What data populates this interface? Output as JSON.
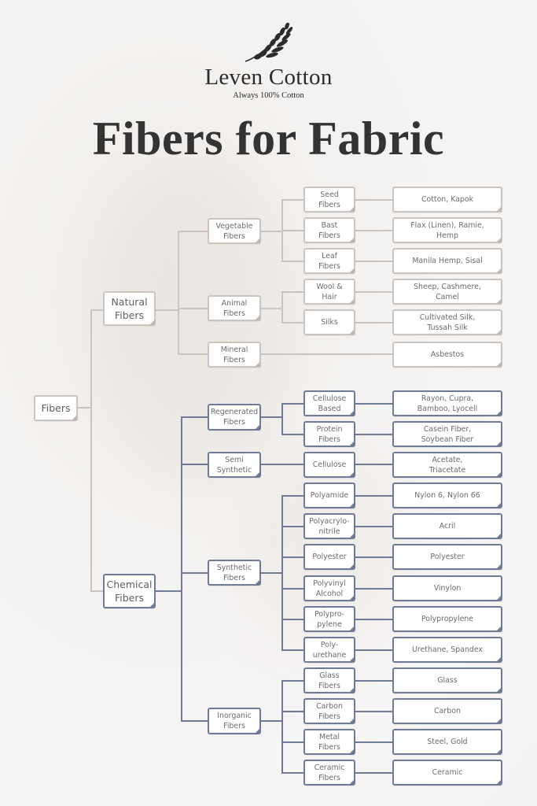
{
  "header": {
    "brand": "Leven Cotton",
    "tagline": "Always 100% Cotton",
    "logo_icon": "leaf-branch-icon",
    "title": "Fibers for Fabric"
  },
  "colors": {
    "natural_border": "#cbc5c2",
    "chemical_border": "#6f7a96",
    "title_text": "#333333",
    "node_text": "#6b6b6b",
    "background": "#f5f3f1"
  },
  "tree": {
    "root": "Fibers",
    "natural": {
      "label": "Natural\nFibers",
      "vegetable": {
        "label": "Vegetable\nFibers",
        "seed": {
          "label": "Seed\nFibers",
          "examples": "Cotton, Kapok"
        },
        "bast": {
          "label": "Bast\nFibers",
          "examples": "Flax (Linen), Ramie,\nHemp"
        },
        "leaf": {
          "label": "Leaf\nFibers",
          "examples": "Manila Hemp, Sisal"
        }
      },
      "animal": {
        "label": "Animal\nFibers",
        "wool": {
          "label": "Wool &\nHair",
          "examples": "Sheep, Cashmere,\nCamel"
        },
        "silks": {
          "label": "Silks",
          "examples": "Cultivated Silk,\nTussah Silk"
        }
      },
      "mineral": {
        "label": "Mineral\nFibers",
        "examples": "Asbestos"
      }
    },
    "chemical": {
      "label": "Chemical\nFibers",
      "regenerated": {
        "label": "Regenerated\nFibers",
        "cellulose_based": {
          "label": "Cellulose\nBased",
          "examples": "Rayon, Cupra,\nBamboo, Lyocell"
        },
        "protein": {
          "label": "Protein\nFibers",
          "examples": "Casein Fiber,\nSoybean Fiber"
        }
      },
      "semi": {
        "label": "Semi\nSynthetic",
        "cellulose": {
          "label": "Cellulose",
          "examples": "Acetate,\nTriacetate"
        }
      },
      "synthetic": {
        "label": "Synthetic\nFibers",
        "polyamide": {
          "label": "Polyamide",
          "examples": "Nylon 6, Nylon 66"
        },
        "polyacrylonitrile": {
          "label": "Polyacrylo-\nnitrile",
          "examples": "Acril"
        },
        "polyester": {
          "label": "Polyester",
          "examples": "Polyester"
        },
        "polyvinyl": {
          "label": "Polyvinyl\nAlcohol",
          "examples": "Vinylon"
        },
        "polypropylene": {
          "label": "Polypro-\npylene",
          "examples": "Polypropylene"
        },
        "polyurethane": {
          "label": "Poly-\nurethane",
          "examples": "Urethane, Spandex"
        }
      },
      "inorganic": {
        "label": "Inorganic\nFibers",
        "glass": {
          "label": "Glass\nFibers",
          "examples": "Glass"
        },
        "carbon": {
          "label": "Carbon\nFibers",
          "examples": "Carbon"
        },
        "metal": {
          "label": "Metal\nFibers",
          "examples": "Steel, Gold"
        },
        "ceramic": {
          "label": "Ceramic\nFibers",
          "examples": "Ceramic"
        }
      }
    }
  }
}
